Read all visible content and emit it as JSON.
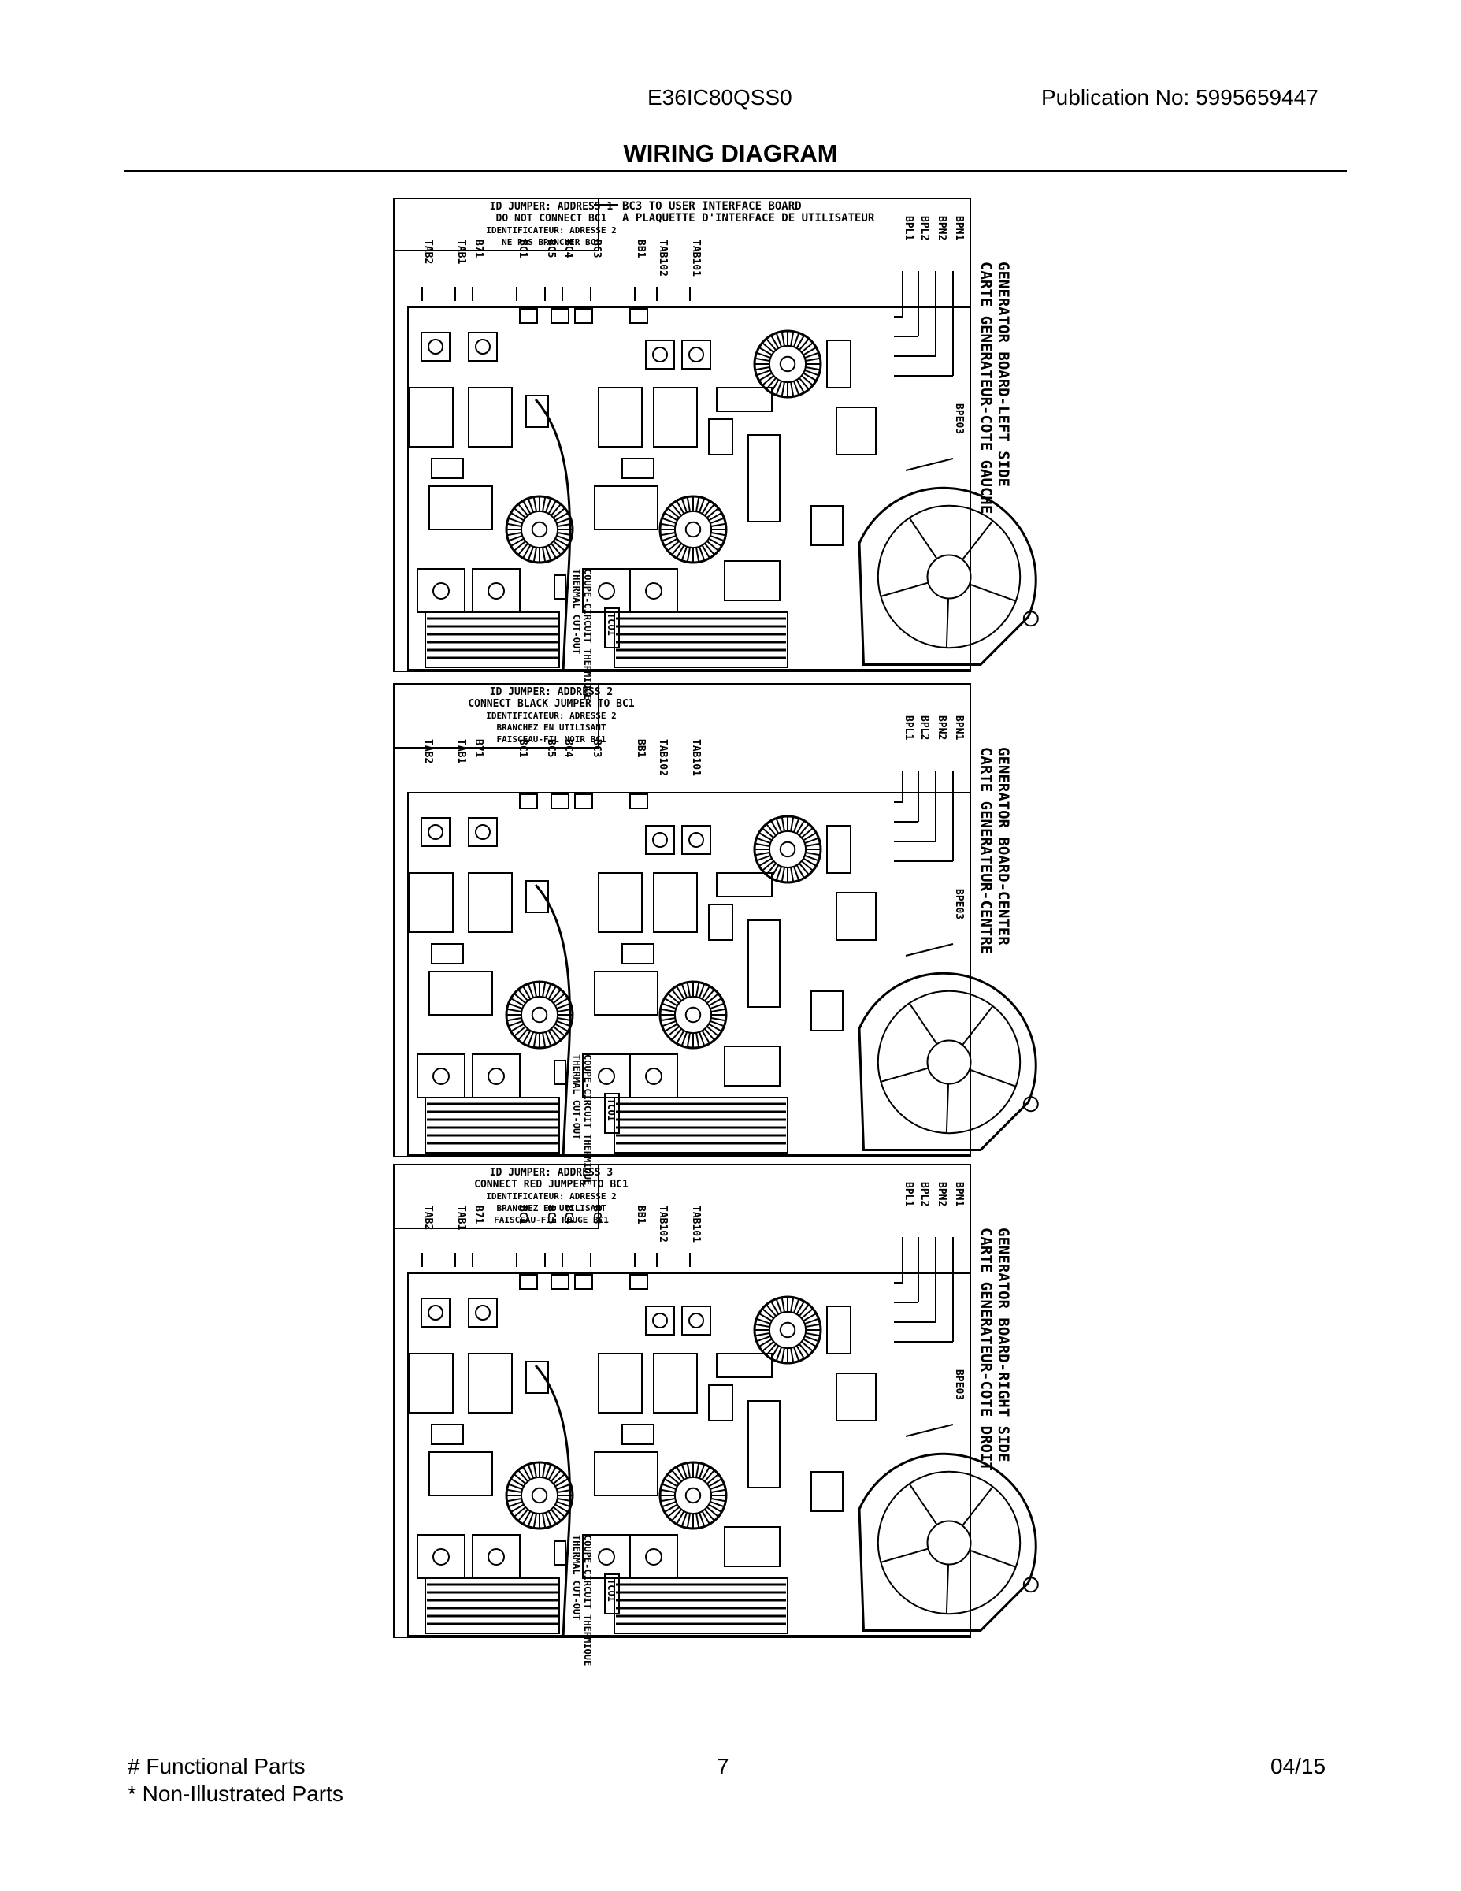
{
  "header": {
    "model": "E36IC80QSS0",
    "publication": "Publication No:  5995659447",
    "title": "WIRING DIAGRAM"
  },
  "diagram": {
    "ui_note": [
      "BC3 TO USER INTERFACE BOARD",
      "A PLAQUETTE D'INTERFACE DE UTILISATEUR"
    ],
    "connector_labels_left": [
      "TAB2",
      "TAB1",
      "B71",
      "BC1",
      "BC5",
      "BC4",
      "BC3",
      "BB1",
      "TAB102",
      "TAB101"
    ],
    "connector_labels_right": [
      "BPL1",
      "BPL2",
      "BPN2",
      "BPN1"
    ],
    "bpe_label": "BPE03",
    "thermal_label": [
      "THERMAL CUT-OUT",
      "COUPE-CIRCUIT THERMIQUE"
    ],
    "tco_label": "TCO1",
    "boards": [
      {
        "jumper": [
          "ID JUMPER: ADDRESS 1",
          "DO NOT CONNECT BC1",
          "IDENTIFICATEUR: ADRESSE 2",
          "NE PAS BRANCHER BC1"
        ],
        "side": [
          "GENERATOR BOARD-LEFT SIDE",
          "CARTE GENERATEUR-COTE GAUCHE"
        ]
      },
      {
        "jumper": [
          "ID JUMPER: ADDRESS 2",
          "CONNECT BLACK JUMPER TO BC1",
          "IDENTIFICATEUR: ADRESSE 2",
          "BRANCHEZ EN UTILISANT",
          "FAISCEAU-FIL NOIR BC1"
        ],
        "side": [
          "GENERATOR BOARD-CENTER",
          "CARTE GENERATEUR-CENTRE"
        ]
      },
      {
        "jumper": [
          "ID JUMPER: ADDRESS 3",
          "CONNECT RED JUMPER TO BC1",
          "IDENTIFICATEUR: ADRESSE 2",
          "BRANCHEZ EN UTILISANT",
          "FAISCEAU-FIL ROUGE BC1"
        ],
        "side": [
          "GENERATOR BOARD-RIGHT SIDE",
          "CARTE GENERATEUR-COTE DROIT"
        ]
      }
    ]
  },
  "footer": {
    "functional": "# Functional Parts",
    "non_illustrated": "* Non-Illustrated Parts",
    "page": "7",
    "date": "04/15"
  }
}
